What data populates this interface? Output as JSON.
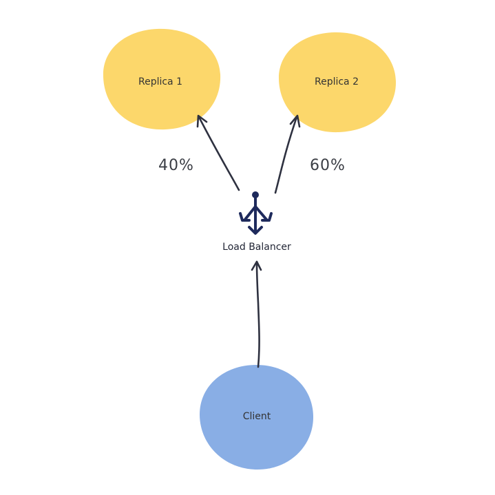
{
  "nodes": {
    "replica1": {
      "label": "Replica 1"
    },
    "replica2": {
      "label": "Replica 2"
    },
    "client": {
      "label": "Client"
    },
    "load_balancer": {
      "label": "Load Balancer"
    }
  },
  "edges": {
    "to_replica1": {
      "label": "40%"
    },
    "to_replica2": {
      "label": "60%"
    }
  },
  "colors": {
    "replica_fill": "#fcd76b",
    "client_fill": "#89aee5",
    "arrow": "#2e3140",
    "load_balancer_icon": "#1e2a5c"
  }
}
